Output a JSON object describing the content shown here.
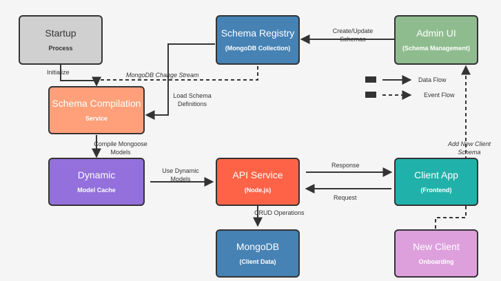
{
  "nodes": {
    "startup": {
      "title": "Startup",
      "sub": "Process",
      "fill": "#d0d0d0"
    },
    "schema_registry": {
      "title": "Schema Registry",
      "sub": "(MongoDB Collection)",
      "fill": "#4682b4"
    },
    "admin_ui": {
      "title": "Admin UI",
      "sub": "(Schema Management)",
      "fill": "#8fbc8f"
    },
    "schema_compilation": {
      "title": "Schema Compilation",
      "sub": "Service",
      "fill": "#ffa07a"
    },
    "dynamic_cache": {
      "title": "Dynamic",
      "sub": "Model Cache",
      "fill": "#9370db"
    },
    "api_service": {
      "title": "API Service",
      "sub": "(Node.js)",
      "fill": "#ff6347"
    },
    "client_app": {
      "title": "Client App",
      "sub": "(Frontend)",
      "fill": "#20b2aa"
    },
    "mongodb": {
      "title": "MongoDB",
      "sub": "(Client Data)",
      "fill": "#4682b4"
    },
    "new_client": {
      "title": "New Client",
      "sub": "Onboarding",
      "fill": "#dda0dd"
    }
  },
  "edges": {
    "create_update": [
      "Create/Update",
      "Schemas"
    ],
    "initialize": "Initialize",
    "change_stream": "MongoDB Change Stream",
    "load_schema": [
      "Load Schema",
      "Definitions"
    ],
    "compile_models": [
      "Compile Mongoose",
      "Models"
    ],
    "use_dynamic": [
      "Use Dynamic",
      "Models"
    ],
    "response": "Response",
    "request": "Request",
    "crud": "CRUD Operations",
    "add_client": [
      "Add New Client",
      "Schema"
    ]
  },
  "legend": {
    "data_flow": "Data Flow",
    "event_flow": "Event Flow"
  },
  "colors": {
    "stroke": "#333333",
    "background": "#f5f5f5"
  }
}
